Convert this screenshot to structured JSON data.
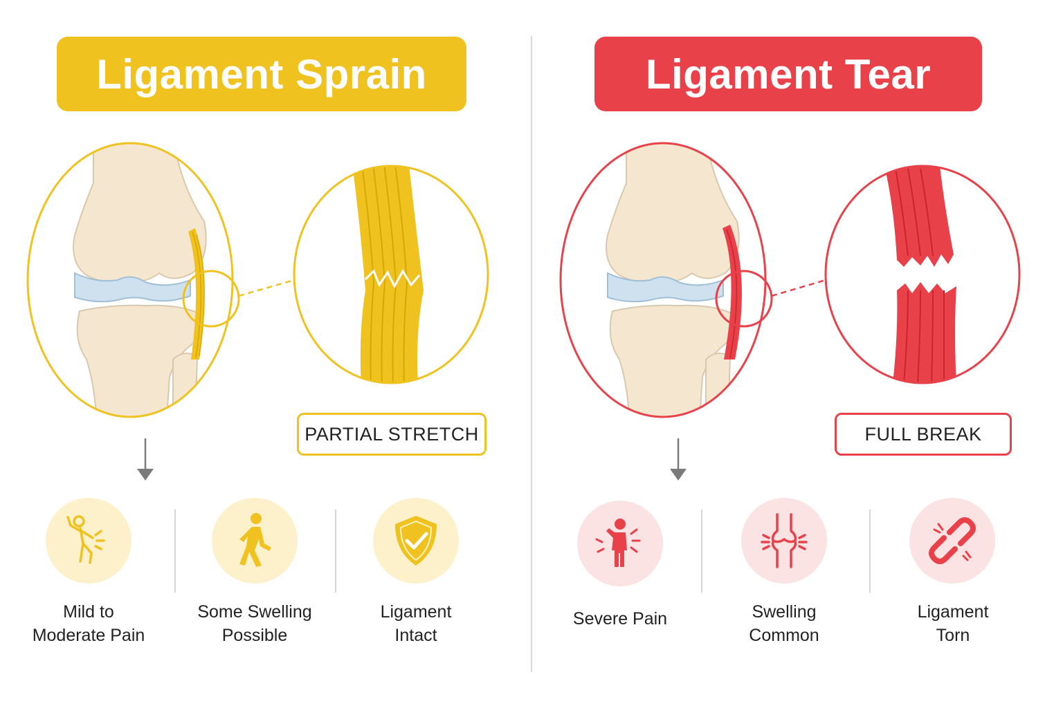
{
  "sprain": {
    "title": "Ligament Sprain",
    "detail_label": "PARTIAL STRETCH",
    "color": "#f0c21f",
    "items": [
      {
        "icon": "pain-figure-icon",
        "line1": "Mild to",
        "line2": "Moderate Pain"
      },
      {
        "icon": "walking-figure-icon",
        "line1": "Some Swelling",
        "line2": "Possible"
      },
      {
        "icon": "shield-check-icon",
        "line1": "Ligament",
        "line2": "Intact"
      }
    ]
  },
  "tear": {
    "title": "Ligament Tear",
    "detail_label": "FULL BREAK",
    "color": "#e8414a",
    "items": [
      {
        "icon": "severe-pain-figure-icon",
        "line1": "Severe Pain",
        "line2": ""
      },
      {
        "icon": "swollen-joint-icon",
        "line1": "Swelling",
        "line2": "Common"
      },
      {
        "icon": "broken-link-icon",
        "line1": "Ligament",
        "line2": "Torn"
      }
    ]
  }
}
